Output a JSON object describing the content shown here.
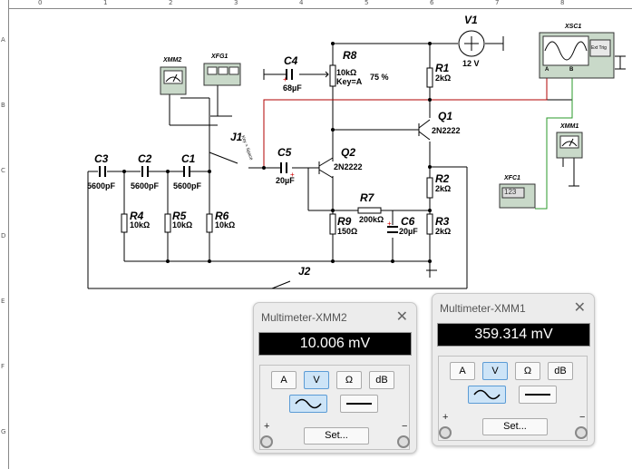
{
  "ruler": {
    "columns": [
      "0",
      "1",
      "2",
      "3",
      "4",
      "5",
      "6",
      "7",
      "8"
    ],
    "rows": [
      "A",
      "B",
      "C",
      "D",
      "E",
      "F",
      "G"
    ]
  },
  "components": {
    "v1": {
      "ref": "V1",
      "value": "12 V"
    },
    "xsc1": {
      "ref": "XSC1",
      "ch_a": "A",
      "ch_b": "B",
      "ext_trig": "Ext Trig"
    },
    "r8": {
      "ref": "R8",
      "value": "10kΩ",
      "key": "Key=A",
      "percent": "75 %"
    },
    "c4": {
      "ref": "C4",
      "value": "68µF"
    },
    "r1": {
      "ref": "R1",
      "value": "2kΩ"
    },
    "q1": {
      "ref": "Q1",
      "model": "2N2222"
    },
    "q2": {
      "ref": "Q2",
      "model": "2N2222"
    },
    "xmm2": {
      "ref": "XMM2"
    },
    "xfg1": {
      "ref": "XFG1"
    },
    "xmm1": {
      "ref": "XMM1"
    },
    "xfc1": {
      "ref": "XFC1",
      "display": "123"
    },
    "j1": {
      "ref": "J1",
      "key": "Key = Space"
    },
    "j2": {
      "ref": "J2"
    },
    "c5": {
      "ref": "C5",
      "value": "20µF"
    },
    "c3": {
      "ref": "C3",
      "value": "5600pF"
    },
    "c2": {
      "ref": "C2",
      "value": "5600pF"
    },
    "c1": {
      "ref": "C1",
      "value": "5600pF"
    },
    "r4": {
      "ref": "R4",
      "value": "10kΩ"
    },
    "r5": {
      "ref": "R5",
      "value": "10kΩ"
    },
    "r6": {
      "ref": "R6",
      "value": "10kΩ"
    },
    "r7": {
      "ref": "R7",
      "value": "200kΩ"
    },
    "r9": {
      "ref": "R9",
      "value": "150Ω"
    },
    "c6": {
      "ref": "C6",
      "value": "20µF"
    },
    "r2": {
      "ref": "R2",
      "value": "2kΩ"
    },
    "r3": {
      "ref": "R3",
      "value": "2kΩ"
    }
  },
  "multimeter_xmm2": {
    "title": "Multimeter-XMM2",
    "close": "✕",
    "reading": "10.006 mV",
    "buttons": {
      "a": "A",
      "v": "V",
      "ohm": "Ω",
      "db": "dB"
    },
    "active_mode": "V",
    "set_label": "Set...",
    "plus": "+",
    "minus": "−"
  },
  "multimeter_xmm1": {
    "title": "Multimeter-XMM1",
    "close": "✕",
    "reading": "359.314 mV",
    "buttons": {
      "a": "A",
      "v": "V",
      "ohm": "Ω",
      "db": "dB"
    },
    "active_mode": "V",
    "set_label": "Set...",
    "plus": "+",
    "minus": "−"
  },
  "colors": {
    "wire": "#000000",
    "scope_a_wire": "#b00000",
    "scope_b_wire": "#2a9a2a",
    "polarity": "#d00000",
    "meter_bg": "#000000"
  }
}
